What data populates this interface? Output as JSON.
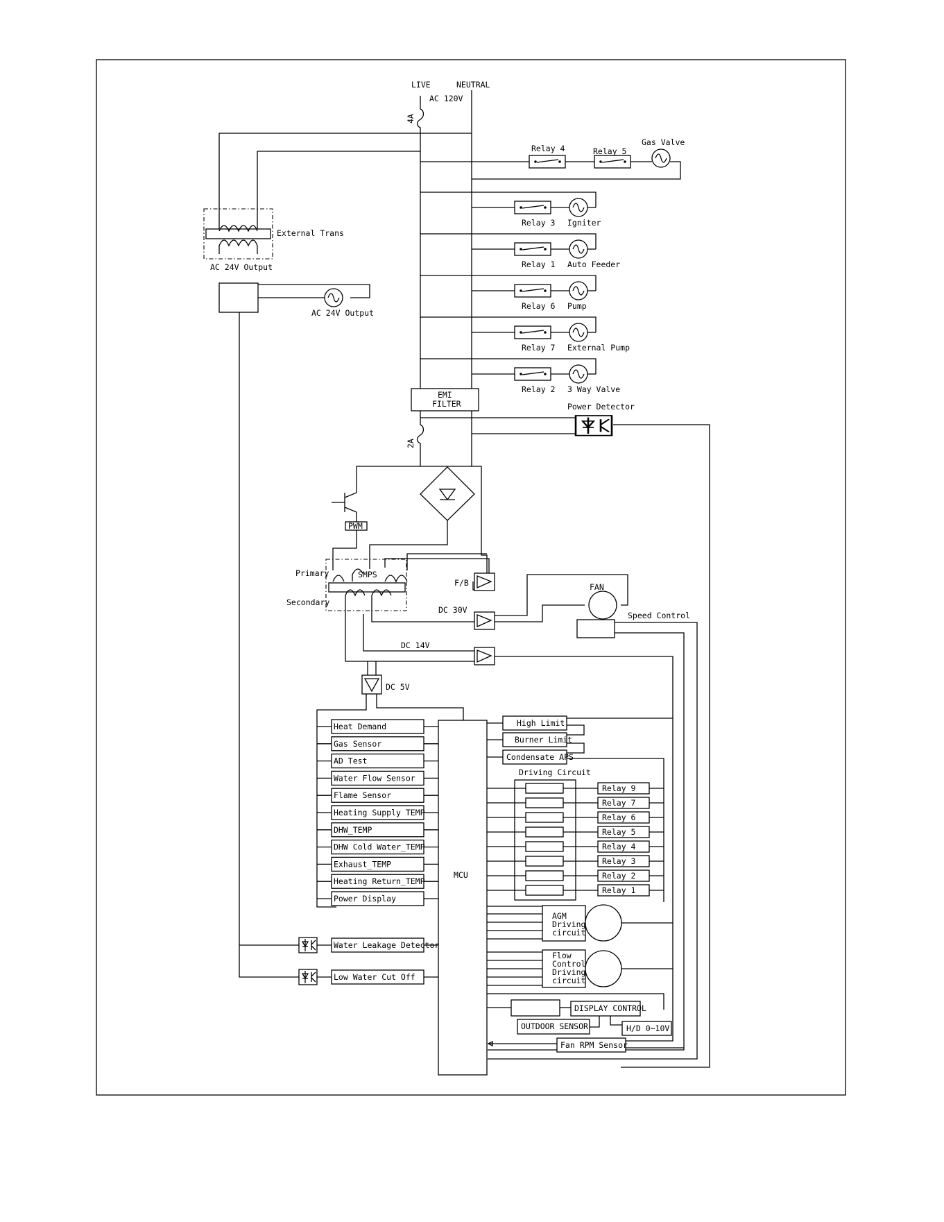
{
  "mains": {
    "live": "LIVE",
    "neutral": "NEUTRAL",
    "voltage": "AC 120V",
    "fuse_main": "4A",
    "fuse_secondary": "2A"
  },
  "transformer": {
    "label": "External Trans",
    "output_label": "AC 24V Output",
    "load_label": "AC 24V Output"
  },
  "ac_loads": [
    {
      "relay": "Relay 3",
      "load": "Igniter"
    },
    {
      "relay": "Relay 1",
      "load": "Auto Feeder"
    },
    {
      "relay": "Relay 6",
      "load": "Pump"
    },
    {
      "relay": "Relay 7",
      "load": "External Pump"
    },
    {
      "relay": "Relay 2",
      "load": "3 Way Valve"
    }
  ],
  "gas_chain": {
    "relay_a": "Relay 4",
    "relay_b": "Relay 5",
    "load": "Gas Valve"
  },
  "emi_filter": {
    "line1": "EMI",
    "line2": "FILTER"
  },
  "power_detector": "Power Detector",
  "smps": {
    "label": "SMPS",
    "primary": "Primary",
    "secondary": "Secondary",
    "pwm": "PWM",
    "fb": "F/B",
    "dc30": "DC 30V",
    "dc14": "DC 14V",
    "dc5": "DC 5V"
  },
  "fan": {
    "label": "FAN",
    "speed_control": "Speed Control"
  },
  "mcu": "MCU",
  "inputs": [
    "Heat Demand",
    "Gas Sensor",
    "AD Test",
    "Water Flow Sensor",
    "Flame Sensor",
    "Heating Supply TEMP",
    "DHW_TEMP",
    "DHW Cold Water_TEMP",
    "Exhaust_TEMP",
    "Heating Return_TEMP",
    "Power Display"
  ],
  "isolated_inputs": [
    "Water Leakage Detector",
    "Low Water Cut Off"
  ],
  "limits": [
    "High Limit",
    "Burner Limit",
    "Condensate APS"
  ],
  "driving_circuit": "Driving Circuit",
  "relays_out": [
    "Relay 9",
    "Relay 7",
    "Relay 6",
    "Relay 5",
    "Relay 4",
    "Relay 3",
    "Relay 2",
    "Relay 1"
  ],
  "agm": {
    "line1": "AGM",
    "line2": "Driving",
    "line3": "circuit"
  },
  "flow_control": {
    "line1": "Flow",
    "line2": "Control",
    "line3": "Driving",
    "line4": "circuit"
  },
  "display_control": "DISPLAY CONTROL",
  "outdoor_sensor": "OUTDOOR SENSOR",
  "hd": "H/D 0~10V",
  "fan_rpm": "Fan RPM Sensor"
}
